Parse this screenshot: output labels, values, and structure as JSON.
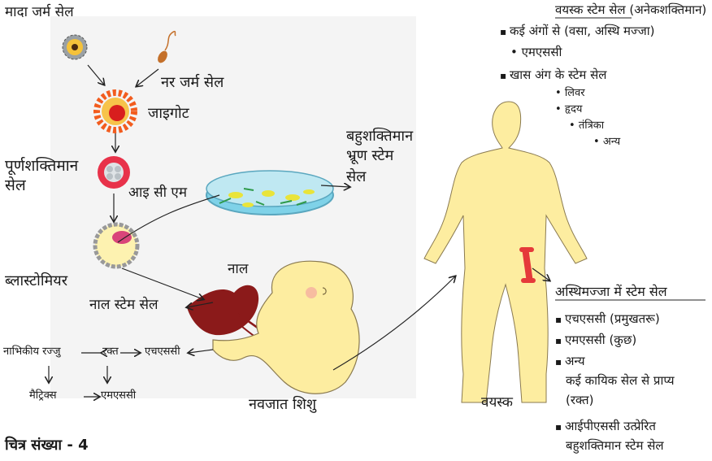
{
  "left": {
    "female_germ_cell": "मादा जर्म सेल",
    "male_germ_cell": "नर जर्म सेल",
    "zygote": "जाइगोट",
    "totipotent_line1": "पूर्णशक्तिमान",
    "totipotent_line2": "सेल",
    "icm": "आइ सी एम",
    "pluripotent_line1": "बहुशक्तिमान",
    "pluripotent_line2": "भ्रूण स्टेम",
    "pluripotent_line3": "सेल",
    "blastomere": "ब्लास्टोमियर",
    "umbilical": "नाल",
    "umbilical_stem_cell": "नाल स्टेम सेल",
    "umbilical_cord": "नाभिकीय रज्जु",
    "blood": "रक्त",
    "hsc": "एचएससी",
    "matrix": "मैट्रिक्स",
    "msc": "एमएससी",
    "newborn": "नवजात शिशु",
    "figure_number": "चित्र संख्या - 4"
  },
  "adult": {
    "header": "वयस्क स्टेम सेल",
    "header_paren": "(अनेकशक्तिमान)",
    "multi_organs": "कई अंगों से (वसा, अस्थि मज्जा)",
    "msc": "एमएससी",
    "organ_specific": "खास अंग के स्टेम सेल",
    "liver": "लिवर",
    "heart": "हृदय",
    "nerve": "तंत्रिका",
    "other": "अन्य",
    "label": "वयस्क"
  },
  "marrow": {
    "header": "अस्थिमज्जा में स्टेम सेल",
    "hsc_main": "एचएससी (प्रमुखतरू)",
    "msc_some": "एमएससी (कुछ)",
    "other": "अन्य",
    "somatic_line1": "कई कायिक सेल से प्राप्य",
    "somatic_line2": "(रक्त)",
    "ipsc_line1": "आईपीएससी उत्प्रेरित",
    "ipsc_line2": "बहुशक्तिमान स्टेम सेल"
  },
  "colors": {
    "background_panel": "#f3f3f3",
    "skin": "#fdeda0",
    "zygote_ring": "#f25c1e",
    "totipotent_cell": "#e8324a",
    "cord": "#8b1a1a",
    "bone": "#e53a3a",
    "petri_fill": "#7fd2e8",
    "petri_cells": "#e9e43a"
  }
}
